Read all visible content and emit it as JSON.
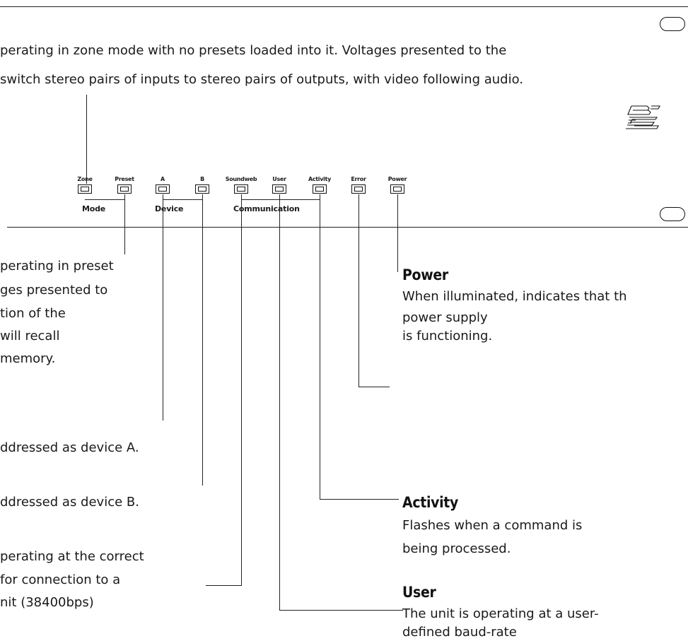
{
  "intro": {
    "line1": "perating in zone mode with no presets loaded into it. Voltages presented to the",
    "line2": "switch stereo pairs of inputs to stereo pairs of outputs, with video following audio."
  },
  "panel": {
    "logo_alt": "BSS",
    "leds": [
      {
        "label": "Zone"
      },
      {
        "label": "Preset"
      },
      {
        "label": "A"
      },
      {
        "label": "B"
      },
      {
        "label": "Soundweb"
      },
      {
        "label": "User"
      },
      {
        "label": "Activity"
      },
      {
        "label": "Error"
      },
      {
        "label": "Power"
      }
    ],
    "groups": {
      "mode": "Mode",
      "device": "Device",
      "communication": "Communication"
    }
  },
  "left": {
    "preset": [
      "perating in preset",
      "ges presented to",
      "tion of the",
      "will recall",
      "memory."
    ],
    "device_a": "ddressed as device A.",
    "device_b": "ddressed as device B.",
    "soundweb": [
      "perating at the correct",
      "for connection to a",
      "nit (38400bps)"
    ]
  },
  "right": {
    "power": {
      "title": "Power",
      "body": [
        "When illuminated, indicates that th",
        "power supply",
        "is functioning."
      ]
    },
    "activity": {
      "title": "Activity",
      "body": [
        "Flashes when a command is",
        "being processed."
      ]
    },
    "user": {
      "title": "User",
      "body": [
        "The unit is operating at a user-",
        "defined baud-rate"
      ]
    }
  }
}
